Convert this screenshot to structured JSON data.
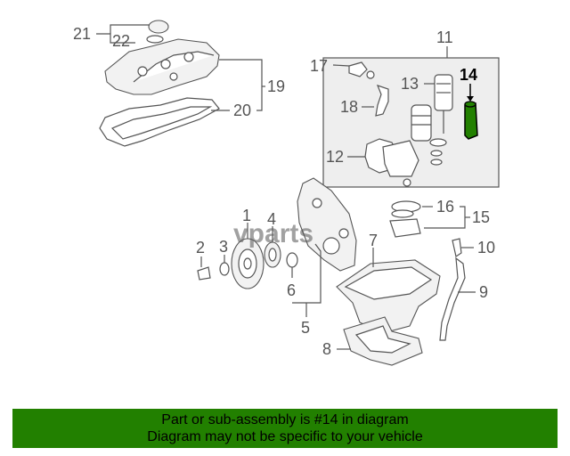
{
  "diagram": {
    "callouts": {
      "c1": "1",
      "c2": "2",
      "c3": "3",
      "c4": "4",
      "c5": "5",
      "c6": "6",
      "c7": "7",
      "c8": "8",
      "c9": "9",
      "c10": "10",
      "c11": "11",
      "c12": "12",
      "c13": "13",
      "c14": "14",
      "c15": "15",
      "c16": "16",
      "c17": "17",
      "c18": "18",
      "c19": "19",
      "c20": "20",
      "c21": "21",
      "c22": "22"
    },
    "highlighted_part": "14",
    "highlight_color": "#228000",
    "watermark": "vparts"
  },
  "banner": {
    "line1": "Part or sub-assembly is #14 in diagram",
    "line2": "Diagram may not be specific to your vehicle",
    "color": "#228000"
  }
}
